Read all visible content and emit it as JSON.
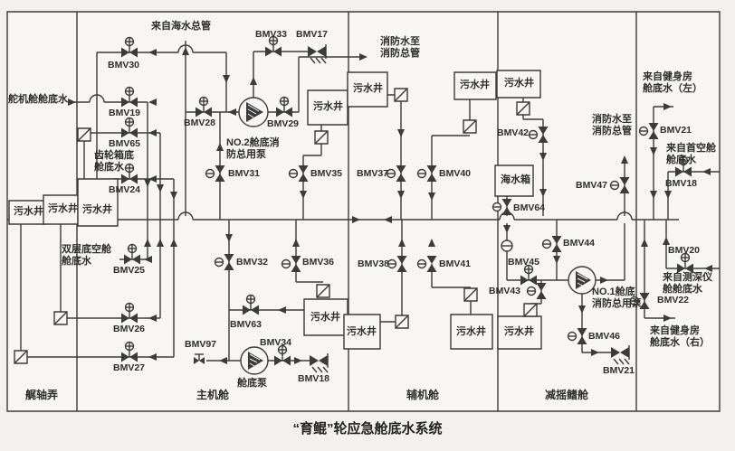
{
  "title": "“育鲲”轮应急舱底水系统",
  "compartments": [
    "艉轴弄",
    "主机舱",
    "辅机舱",
    "减摇鳍舱"
  ],
  "sources": {
    "sea_main": "来自海水总管",
    "fire_out_top": "消防水至\n消防总管",
    "fire_out_right": "消防水至\n消防总管",
    "rudder": "舵机舱舱底水",
    "gearbox": "齿轮箱底\n舱底水",
    "double_bottom": "双层底空舱\n舱底水",
    "gym_left": "来自健身房\n舱底水（左）",
    "fore_void": "来自首空舱\n舱底水",
    "sounding": "来自测深仪\n舱舱底水",
    "gym_right": "来自健身房\n舱底水（右）"
  },
  "equipment": {
    "pump_no2": "NO.2舱底消\n防总用泵",
    "pump_no1": "NO.1舱底\n消防总用泵",
    "bilge_pump": "舱底泵",
    "sea_chest": "海水箱",
    "well": "污水井"
  },
  "valves": {
    "v17": "BMV17",
    "v18": "BMV18",
    "v19": "BMV19",
    "v20": "BMV20",
    "v21": "BMV21",
    "v22": "BMV22",
    "v24": "BMV24",
    "v25": "BMV25",
    "v26": "BMV26",
    "v27": "BMV27",
    "v28": "BMV28",
    "v29": "BMV29",
    "v30": "BMV30",
    "v31": "BMV31",
    "v32": "BMV32",
    "v33": "BMV33",
    "v34": "BMV34",
    "v35": "BMV35",
    "v36": "BMV36",
    "v37": "BMV37",
    "v38": "BMV38",
    "v40": "BMV40",
    "v41": "BMV41",
    "v42": "BMV42",
    "v43": "BMV43",
    "v44": "BMV44",
    "v45": "BMV45",
    "v46": "BMV46",
    "v47": "BMV47",
    "v63": "BMV63",
    "v64": "BMV64",
    "v65": "BMV65",
    "v97": "BMV97"
  },
  "colors": {
    "line": "#3b3b3b",
    "paper": "#f2f1ed"
  }
}
